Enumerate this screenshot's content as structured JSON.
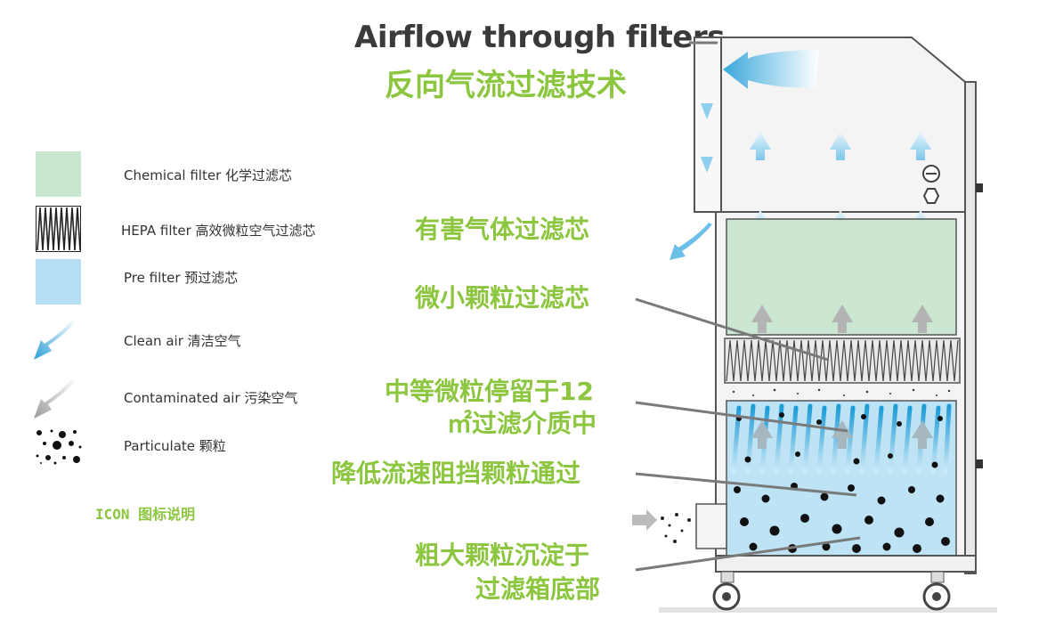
{
  "title": {
    "en": "Airflow through filters",
    "cn": "反向气流过滤技术"
  },
  "legend": {
    "items": [
      {
        "label": "Chemical filter 化学过滤芯",
        "icon": "chemical-filter-swatch"
      },
      {
        "label": "HEPA filter 高效微粒空气过滤芯",
        "icon": "hepa-filter-swatch"
      },
      {
        "label": "Pre filter 预过滤芯",
        "icon": "pre-filter-swatch"
      },
      {
        "label": "Clean air 清洁空气",
        "icon": "clean-air-arrow-icon"
      },
      {
        "label": "Contaminated air 污染空气",
        "icon": "contaminated-air-arrow-icon"
      },
      {
        "label": "Particulate 颗粒",
        "icon": "particulate-icon"
      }
    ],
    "caption": "ICON 图标说明"
  },
  "callouts": {
    "harmful_gas": "有害气体过滤芯",
    "micro_particle": "微小颗粒过滤芯",
    "medium_particle_line1": "中等微粒停留于12",
    "medium_particle_line2": "㎡过滤介质中",
    "slow_flow": "降低流速阻挡颗粒通过",
    "coarse_line1": "粗大颗粒沉淀于",
    "coarse_line2": "过滤箱底部"
  },
  "colors": {
    "accent_green": "#8cc63f",
    "chemical_filter": "#c9e6cf",
    "pre_filter": "#b5def3",
    "clean_air": "#3aa8dc",
    "contaminated_air": "#9a9a9a",
    "title_dark": "#3a3a3a"
  }
}
